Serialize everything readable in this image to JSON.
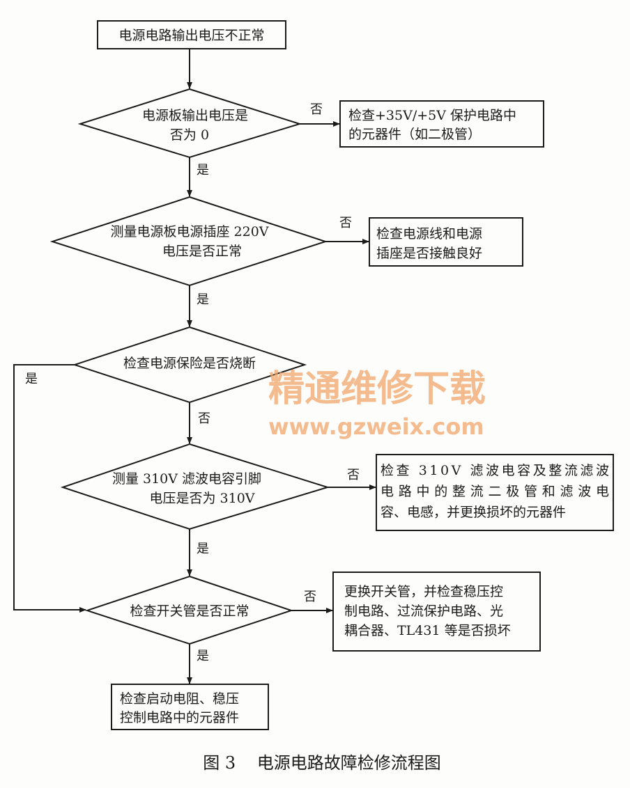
{
  "start": "电源电路输出电压不正常",
  "decisions": [
    {
      "lines": [
        "电源板输出电压是",
        "否为 0"
      ]
    },
    {
      "lines": [
        "测量电源板电源插座 220V",
        "电压是否正常"
      ]
    },
    {
      "lines": [
        "检查电源保险是否烧断"
      ]
    },
    {
      "lines": [
        "测量 310V 滤波电容引脚",
        "电压是否为 310V"
      ]
    },
    {
      "lines": [
        "检查开关管是否正常"
      ]
    }
  ],
  "actions": [
    {
      "lines": [
        "检查+35V/+5V 保护电路中",
        "的元器件（如二极管）"
      ]
    },
    {
      "lines": [
        "检查电源线和电源",
        "插座是否接触良好"
      ]
    },
    {
      "lines": [
        "检查 310V 滤波电容及整流滤波",
        "电路中的整流二极管和滤波电",
        "容、电感，并更换损坏的元器件"
      ]
    },
    {
      "lines": [
        "更换开关管，并检查稳压控",
        "制电路、过流保护电路、光",
        "耦合器、TL431 等是否损坏"
      ]
    },
    {
      "lines": [
        "检查启动电阻、稳压",
        "控制电路中的元器件"
      ]
    }
  ],
  "labels": {
    "yes": "是",
    "no": "否"
  },
  "caption": "图 3    电源电路故障检修流程图",
  "watermark": {
    "title": "精通维修下载",
    "url": "www.gzweix.com"
  }
}
